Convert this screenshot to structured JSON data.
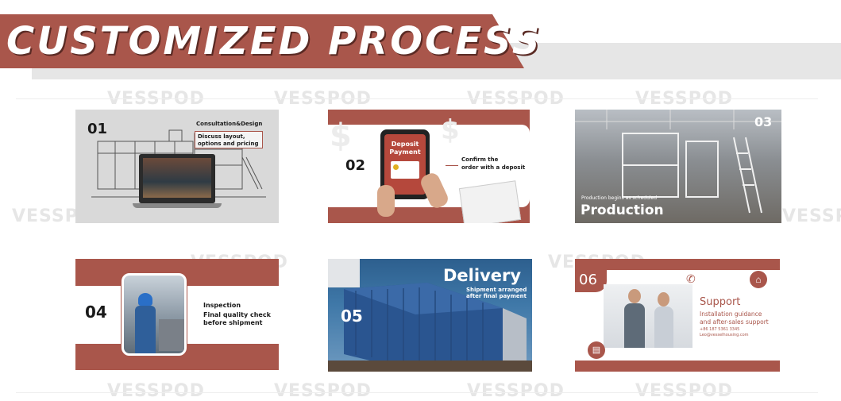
{
  "title": "CUSTOMIZED PROCESS",
  "watermark": "VESSPOD",
  "colors": {
    "accent": "#a9564b",
    "banner_grey": "#e6e6e6",
    "card_grey": "#d9d9d9"
  },
  "steps": [
    {
      "num": "01",
      "heading": "Consultation&Design",
      "line1": "Discuss layout,",
      "line2": "options and pricing"
    },
    {
      "num": "02",
      "sign": "Deposit",
      "sign2": "Payment",
      "line1": "Confirm the",
      "line2": "order with a deposit"
    },
    {
      "num": "03",
      "caption": "Production begins as scheduled",
      "heading": "Production"
    },
    {
      "num": "04",
      "heading": "Inspection",
      "line1": "Final quality check",
      "line2": "before shipment"
    },
    {
      "num": "05",
      "heading": "Delivery",
      "line1": "Shipment arranged",
      "line2": "after final payment"
    },
    {
      "num": "06",
      "heading": "Support",
      "line1": "Installation guidance",
      "line2": "and after-sales support",
      "phone": "+86 187 5361 3345",
      "email": "Leo@vesselhousing.com"
    }
  ],
  "icons": [
    "dollar-icon",
    "phone-icon",
    "home-icon",
    "cargo-icon"
  ]
}
